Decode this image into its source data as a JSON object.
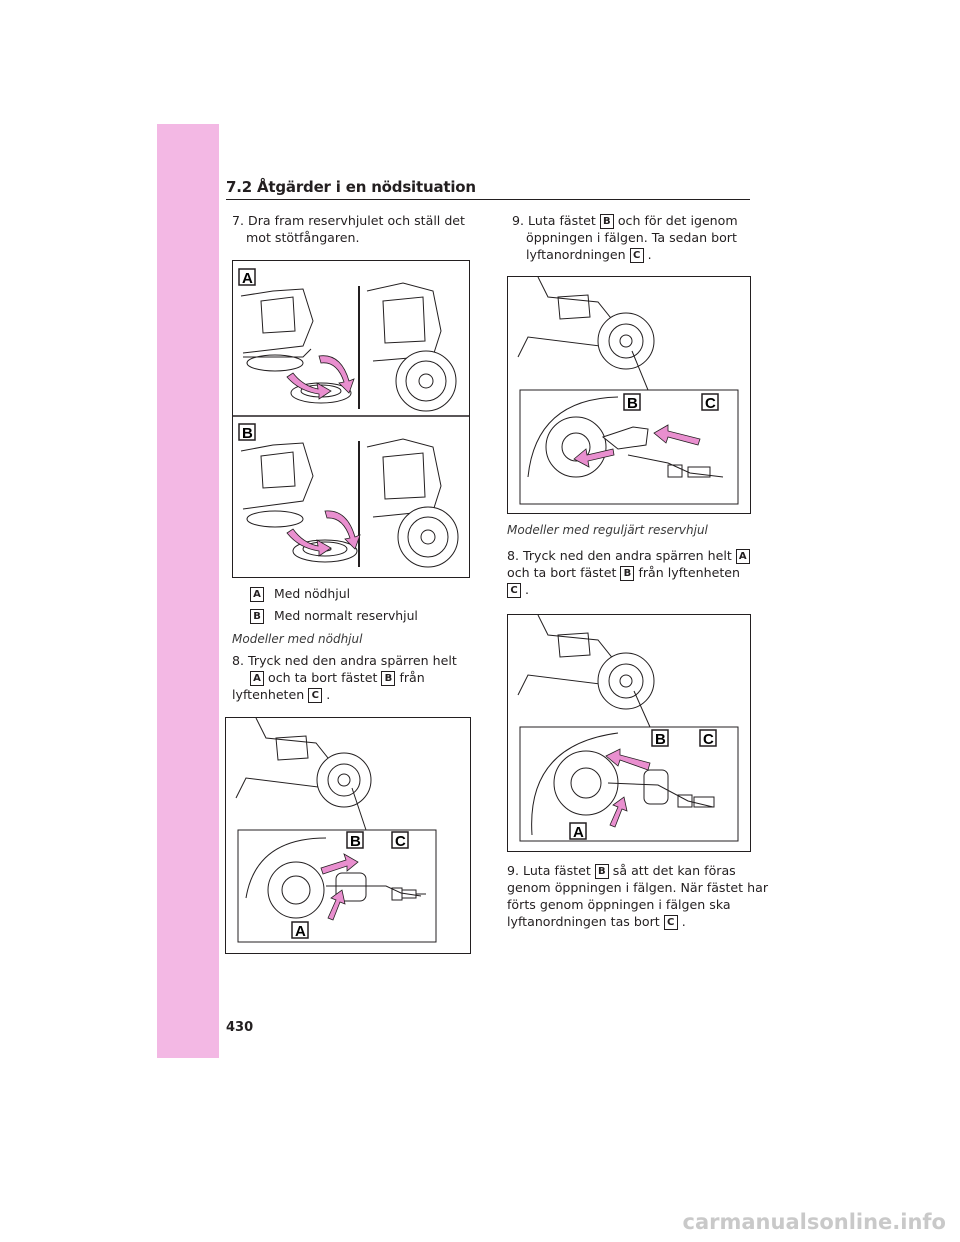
{
  "section": {
    "title": "7.2  Åtgärder i en nödsituation"
  },
  "page_number": "430",
  "watermark": "carmanualsonline.info",
  "colors": {
    "side_band": "#f3b8e4",
    "arrow": "#e98fcf"
  },
  "left": {
    "step7": {
      "number": "7.",
      "line1": "Dra fram reservhjulet och ställ det",
      "line2": "mot stötfångaren."
    },
    "fig1": {
      "label_a": "A",
      "label_b": "B"
    },
    "legend": [
      {
        "badge": "A",
        "text": "Med nödhjul"
      },
      {
        "badge": "B",
        "text": "Med normalt reservhjul"
      }
    ],
    "caption": "Modeller med nödhjul",
    "step8": {
      "number": "8.",
      "line1a": "Tryck ned den andra spärren helt",
      "badge_a": "A",
      "mid": "och ta bort fästet",
      "badge_b": "B",
      "tail": "från",
      "line3": "lyftenheten",
      "badge_c": "C",
      "end": "."
    },
    "fig2": {
      "label_a": "A",
      "label_b": "B",
      "label_c": "C"
    }
  },
  "right": {
    "step9": {
      "number": "9.",
      "pre": "Luta fästet",
      "badge_b": "B",
      "post": "och för det igenom",
      "line2": "öppningen i fälgen. Ta sedan bort",
      "line3": "lyftanordningen",
      "badge_c": "C",
      "end": "."
    },
    "fig3": {
      "label_b": "B",
      "label_c": "C"
    },
    "caption": "Modeller med reguljärt reservhjul",
    "step8": {
      "line1": "8. Tryck ned den andra spärren helt",
      "badge_a": "A",
      "line2": "och ta bort fästet",
      "badge_b": "B",
      "tail": "från lyftenheten",
      "badge_c": "C",
      "end": "."
    },
    "fig4": {
      "label_a": "A",
      "label_b": "B",
      "label_c": "C"
    },
    "step9b": {
      "line1": "9. Luta fästet",
      "badge_b": "B",
      "tail1": "så att det kan föras",
      "line2": "genom öppningen i fälgen. När fästet har",
      "line3": "förts genom öppningen i fälgen ska",
      "line4": "lyftanordningen tas bort",
      "badge_c": "C",
      "end": "."
    }
  }
}
